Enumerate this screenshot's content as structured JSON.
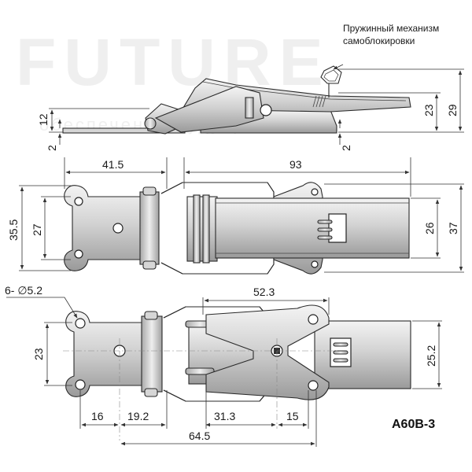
{
  "watermark": {
    "main": "FUTURE",
    "sub": "обеспечение будущего"
  },
  "annotation": {
    "line1": "Пружинный механизм",
    "line2": "самоблокировки"
  },
  "product_code": "A60B-3",
  "dimensions": {
    "side_view": {
      "height_small": "12",
      "plate_left": "2",
      "plate_right": "2",
      "height_23": "23",
      "height_29": "29"
    },
    "top_view": {
      "length_left": "41.5",
      "length_right": "93",
      "height_outer_left": "35.5",
      "height_inner_left": "27",
      "height_inner_right": "26",
      "height_outer_right": "37"
    },
    "bottom_view": {
      "holes": "6- ∅5.2",
      "length_52_3": "52.3",
      "height_23": "23",
      "height_25_2": "25.2",
      "x16": "16",
      "x19_2": "19.2",
      "x31_3": "31.3",
      "x15": "15",
      "x64_5": "64.5"
    }
  },
  "colors": {
    "steel_light": "#f2f2f2",
    "steel_mid": "#c8c8c8",
    "steel_dark": "#8e8e8e",
    "outline": "#2a2a2a"
  }
}
